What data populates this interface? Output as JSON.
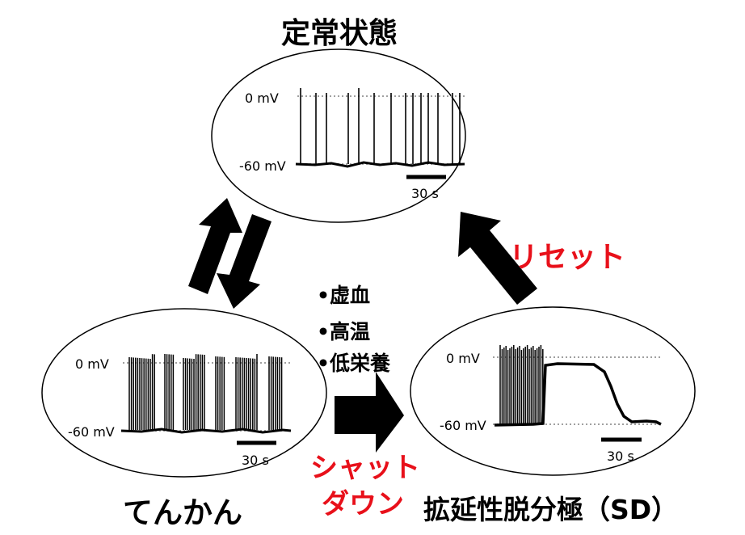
{
  "states": {
    "steady": {
      "title": "定常状態",
      "mv_top": "0 mV",
      "mv_bottom": "-60 mV",
      "scale": "30 s"
    },
    "epilepsy": {
      "title": "てんかん",
      "mv_top": "0 mV",
      "mv_bottom": "-60 mV",
      "scale": "30 s"
    },
    "sd": {
      "title": "拡延性脱分極（SD）",
      "mv_top": "0 mV",
      "mv_bottom": "-60 mV",
      "scale": "30 s"
    }
  },
  "conditions": [
    "•虚血",
    "•高温",
    "•低栄養"
  ],
  "transitions": {
    "shutdown": [
      "シャット",
      "ダウン"
    ],
    "reset": "リセット"
  },
  "colors": {
    "red": "#e8101a",
    "dotted": "#a0a0a0"
  }
}
